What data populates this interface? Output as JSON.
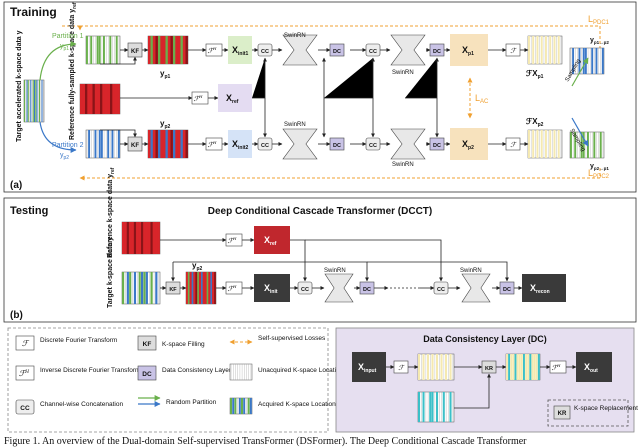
{
  "panel_a": {
    "title": "Training",
    "tag": "(a)",
    "left_label": "Target accelerated k-space data y",
    "ref_label": "Reference fully-sampled k-space data y",
    "ref_sub": "ref",
    "partition1_label": "Partition 1",
    "partition1_var": "y",
    "partition1_sub": "p1",
    "partition2_label": "Partition 2",
    "partition2_var": "y",
    "partition2_sub": "p2",
    "kf": "KF",
    "fh": "ℱ",
    "fh_sup": "H",
    "f": "ℱ",
    "cc": "CC",
    "dc": "DC",
    "swinrn": "SwinRN",
    "y_top": "y",
    "y_top_sub": "p1",
    "y_bot": "y",
    "y_bot_sub": "p2",
    "x_init1": "X",
    "x_init1_sub": "init1",
    "x_ref": "X",
    "x_ref_sub": "ref",
    "x_init2": "X",
    "x_init2_sub": "init2",
    "x_p1": "X",
    "x_p1_sub": "p1",
    "x_p2": "X",
    "x_p2_sub": "p2",
    "fx_p1": "ℱX",
    "fx_p1_sub": "p1",
    "fx_p2": "ℱX",
    "fx_p2_sub": "p2",
    "sampling": "Sampling",
    "y_p1p2": "y",
    "y_p1p2_sub": "p1→p2",
    "y_p2p1": "y",
    "y_p2p1_sub": "p2→p1",
    "l_pdc1": "L",
    "l_pdc1_sub": "PDC1",
    "l_ac": "L",
    "l_ac_sub": "AC",
    "l_pdc2": "L",
    "l_pdc2_sub": "PDC2"
  },
  "panel_b": {
    "title": "Testing",
    "heading": "Deep Conditional Cascade Transformer (DCCT)",
    "tag": "(b)",
    "ref_label": "Reference k-space data y",
    "ref_sub": "ref",
    "target_label": "Target k-space data y",
    "x_ref": "X",
    "x_ref_sub": "ref",
    "x_init": "X",
    "x_init_sub": "init",
    "y_p2": "y",
    "y_p2_sub": "p2",
    "x_recon": "X",
    "x_recon_sub": "recon",
    "kf": "KF",
    "cc": "CC",
    "dc": "DC",
    "swinrn": "SwinRN"
  },
  "legend": {
    "f_label": "Discrete Fourier Transform",
    "fh_label": "Inverse Discrete Fourier Transform",
    "cc_label": "Channel-wise Concatenation",
    "kf_label": "K-space Filling",
    "dc_label": "Data Consistency Layer",
    "random_partition": "Random Partition",
    "self_supervised": "Self-supervised Losses",
    "unacquired": "Unacquired K-space Locations",
    "acquired": "Acquired K-space Locations"
  },
  "dc_panel": {
    "title": "Data Consistency Layer (DC)",
    "x_input": "X",
    "x_input_sub": "input",
    "x_out": "X",
    "x_out_sub": "out",
    "kr": "KR",
    "kr_label": "K-space Replacement"
  },
  "caption": "Figure 1. An overview of the Dual-domain Self-supervised TransFormer (DSFormer). The Deep Conditional Cascade Transformer",
  "colors": {
    "orange": "#f0a030",
    "blue": "#3b78c8",
    "green": "#6ab04c",
    "lilac_box": "#e6dff0",
    "dc_fill": "#c9c3e6",
    "x_green": "#dbeec9",
    "x_purple": "#e4dcf2",
    "x_blue": "#d5e3f7",
    "x_orange": "#f7e2bd",
    "kspace_red": "#d8252a"
  }
}
